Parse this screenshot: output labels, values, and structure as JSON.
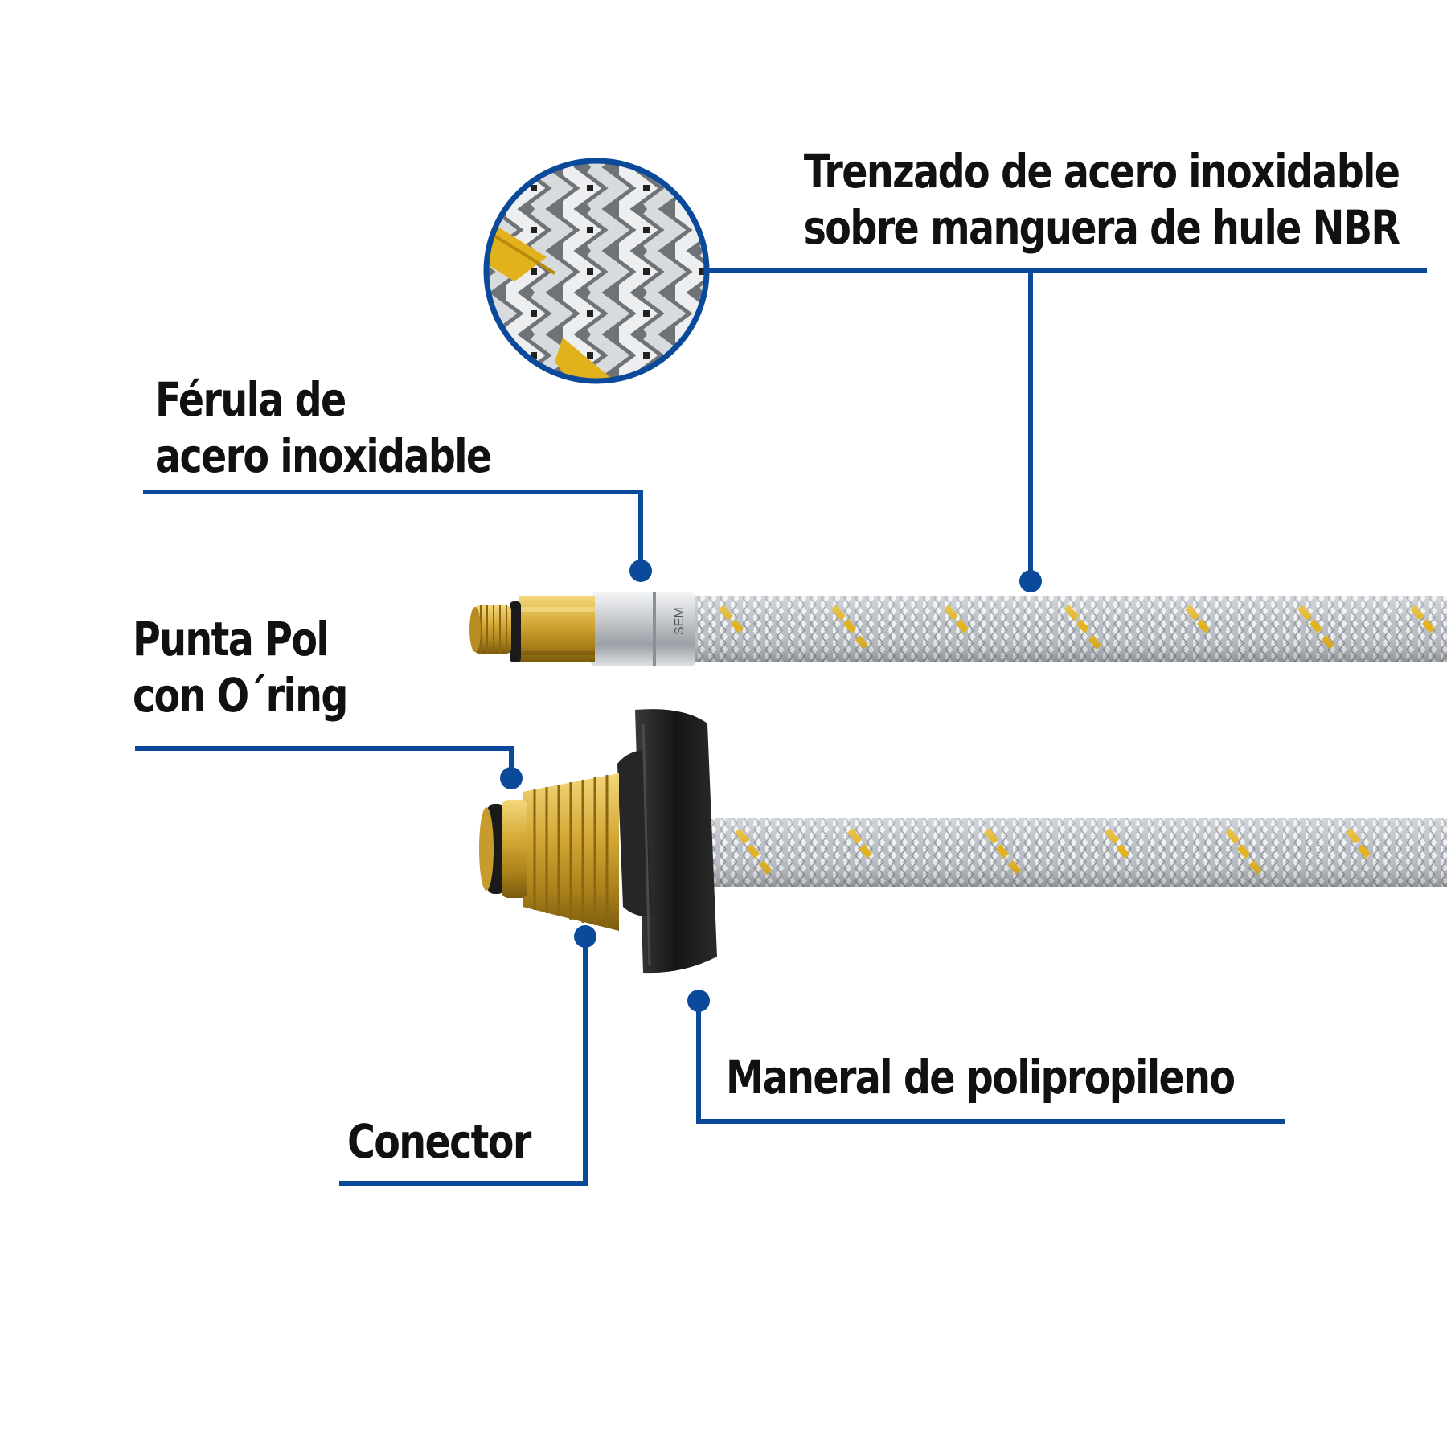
{
  "colors": {
    "callout_line": "#0b4a9a",
    "text": "#111111",
    "brass": "#c9a227",
    "steel": "#c8ccd0",
    "knob": "#1a1a1a",
    "gold_strand": "#e2b21c"
  },
  "callouts": {
    "trenzado": {
      "line1": "Trenzado de acero inoxidable",
      "line2": "sobre manguera de hule NBR"
    },
    "ferula": {
      "line1": "Férula de",
      "line2": "acero inoxidable"
    },
    "punta": {
      "line1": "Punta Pol",
      "line2": "con O´ring"
    },
    "conector": {
      "line1": "Conector"
    },
    "maneral": {
      "line1": "Maneral de polipropileno"
    }
  },
  "hose_marking": "SEM"
}
